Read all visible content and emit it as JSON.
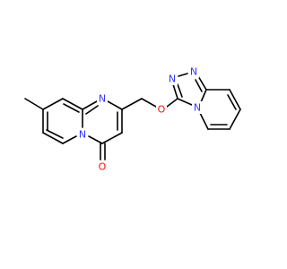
{
  "colors": {
    "bond": "#000000",
    "nitrogen": "#3333ff",
    "oxygen": "#ff0d0d",
    "background": "#ffffff"
  },
  "atoms": {
    "n_pyrimidine": "N",
    "n_bridge_left": "N",
    "o_carbonyl": "O",
    "o_ether": "O",
    "n_triazole_1": "N",
    "n_triazole_2": "N",
    "n_bridge_right": "N"
  }
}
